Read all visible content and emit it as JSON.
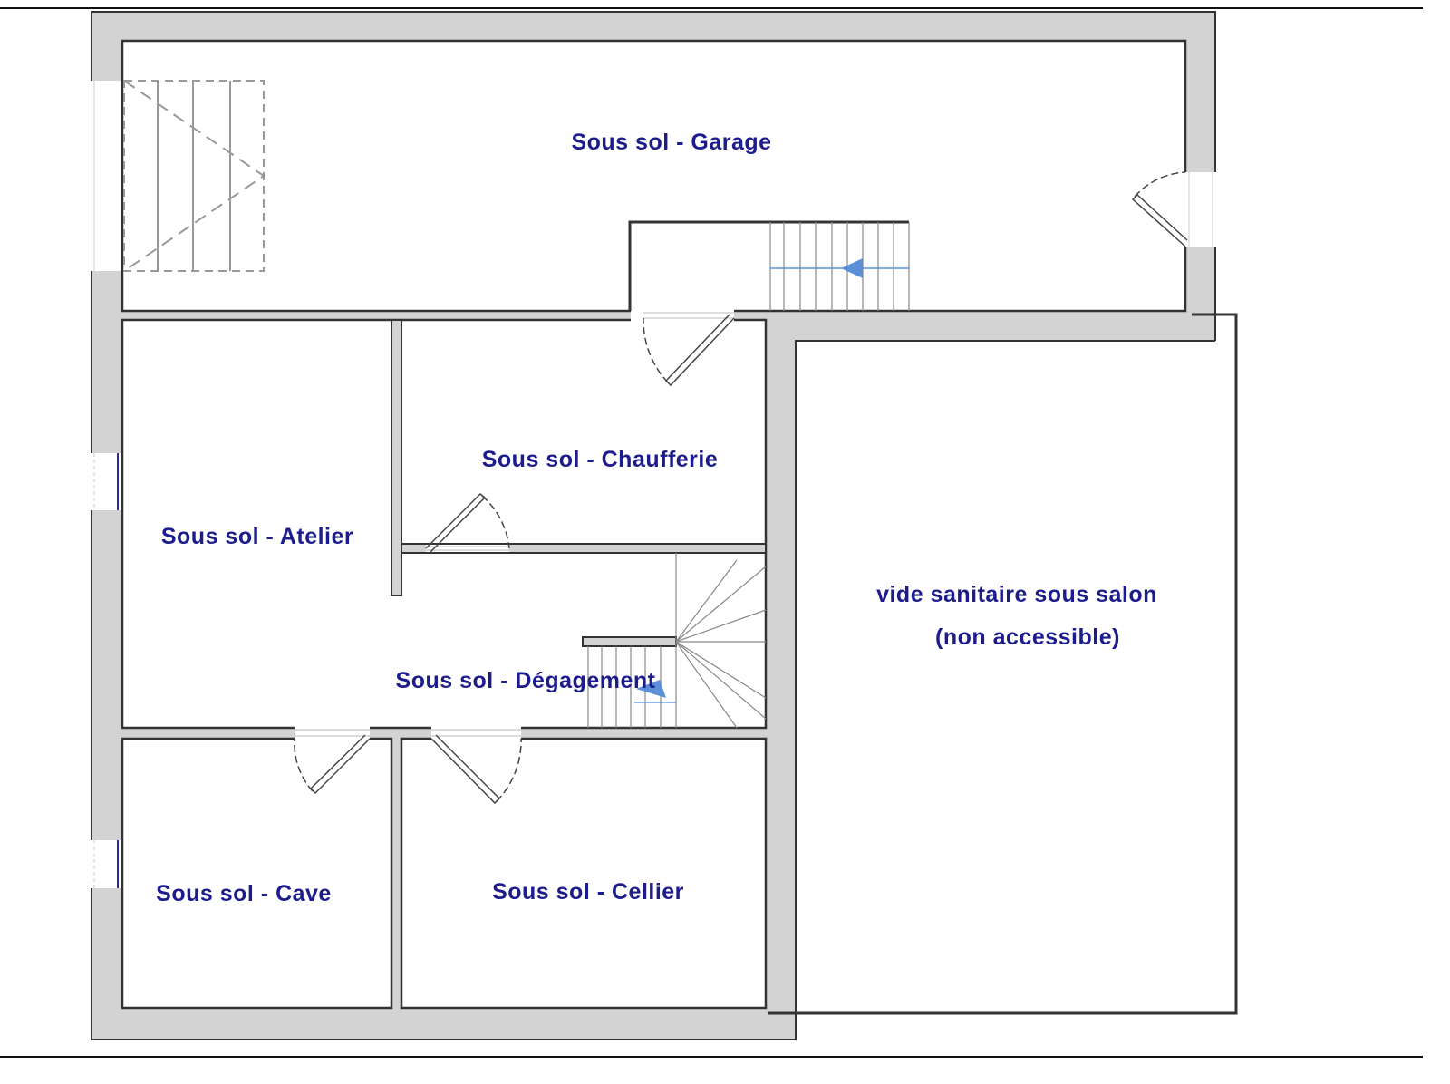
{
  "rooms": {
    "garage": "Sous sol - Garage",
    "chaufferie": "Sous sol - Chaufferie",
    "atelier": "Sous sol - Atelier",
    "degagement": "Sous sol - Dégagement",
    "cave": "Sous sol - Cave",
    "cellier": "Sous sol - Cellier",
    "vide_line1": "vide sanitaire sous salon",
    "vide_line2": "(non accessible)"
  },
  "colors": {
    "wall": "#d3d3d3",
    "outline": "#333333",
    "label": "#1c1c8c",
    "arrow": "#5b8fd8"
  }
}
